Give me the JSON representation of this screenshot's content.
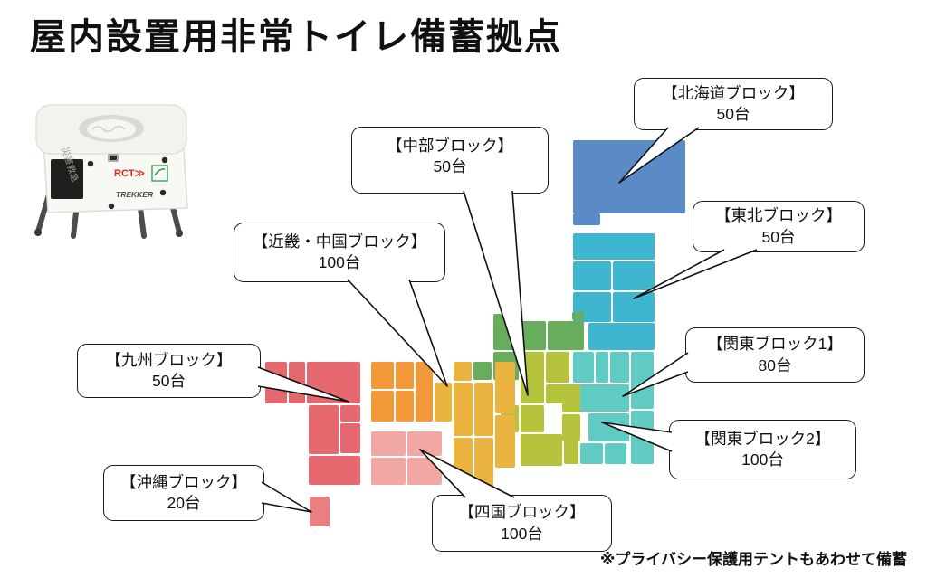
{
  "title": "屋内設置用非常トイレ備蓄拠点",
  "footnote": "※プライバシー保護用テントもあわせて備蓄",
  "product_photo": {
    "brand_logo": "RCT≫",
    "model_text": "TREKKER",
    "side_label": "災害救急"
  },
  "callouts": [
    {
      "id": "hokkaido",
      "name": "【北海道ブロック】",
      "count": "50台"
    },
    {
      "id": "chubu",
      "name": "【中部ブロック】",
      "count": "50台"
    },
    {
      "id": "kinki-chugoku",
      "name": "【近畿・中国ブロック】",
      "count": "100台"
    },
    {
      "id": "tohoku",
      "name": "【東北ブロック】",
      "count": "50台"
    },
    {
      "id": "kanto1",
      "name": "【関東ブロック1】",
      "count": "80台"
    },
    {
      "id": "kanto2",
      "name": "【関東ブロック2】",
      "count": "100台"
    },
    {
      "id": "kyushu",
      "name": "【九州ブロック】",
      "count": "50台"
    },
    {
      "id": "okinawa",
      "name": "【沖縄ブロック】",
      "count": "20台"
    },
    {
      "id": "shikoku",
      "name": "【四国ブロック】",
      "count": "100台"
    }
  ],
  "map": {
    "regions": [
      {
        "id": "hokkaido",
        "color": "#5b8bc7",
        "tiles": [
          [
            633,
            155,
            124,
            81
          ],
          [
            633,
            236,
            30,
            13
          ]
        ]
      },
      {
        "id": "tohoku",
        "color": "#3fb6cf",
        "tiles": [
          [
            633,
            258,
            90,
            29
          ],
          [
            633,
            289,
            42,
            32
          ],
          [
            677,
            289,
            46,
            32
          ],
          [
            633,
            323,
            42,
            33
          ],
          [
            677,
            323,
            46,
            33
          ],
          [
            650,
            357,
            73,
            30
          ]
        ]
      },
      {
        "id": "kanto",
        "color": "#60cbc3",
        "tiles": [
          [
            633,
            389,
            23,
            34
          ],
          [
            658,
            389,
            14,
            34
          ],
          [
            674,
            389,
            21,
            34
          ],
          [
            697,
            389,
            25,
            63
          ],
          [
            633,
            425,
            62,
            30
          ],
          [
            650,
            457,
            45,
            31
          ],
          [
            641,
            490,
            25,
            23
          ],
          [
            668,
            490,
            24,
            23
          ],
          [
            697,
            454,
            25,
            59
          ]
        ]
      },
      {
        "id": "chubu-green",
        "color": "#68ad5c",
        "tiles": [
          [
            545,
            347,
            28,
            40
          ],
          [
            575,
            355,
            28,
            32
          ],
          [
            605,
            355,
            40,
            32
          ],
          [
            632,
            345,
            13,
            9
          ],
          [
            545,
            389,
            28,
            31
          ],
          [
            523,
            400,
            20,
            20
          ]
        ]
      },
      {
        "id": "chubu-olive",
        "color": "#b6c33c",
        "tiles": [
          [
            575,
            389,
            26,
            57
          ],
          [
            603,
            389,
            26,
            34
          ],
          [
            603,
            425,
            26,
            21
          ],
          [
            553,
            448,
            20,
            30
          ],
          [
            575,
            448,
            26,
            30
          ],
          [
            621,
            425,
            20,
            31
          ],
          [
            621,
            458,
            20,
            30
          ],
          [
            575,
            480,
            46,
            35
          ],
          [
            623,
            480,
            16,
            33
          ]
        ]
      },
      {
        "id": "kinki",
        "color": "#ebb440",
        "tiles": [
          [
            501,
            400,
            20,
            21
          ],
          [
            547,
            400,
            22,
            57
          ],
          [
            480,
            423,
            19,
            43
          ],
          [
            501,
            423,
            21,
            59
          ],
          [
            524,
            423,
            21,
            59
          ],
          [
            547,
            459,
            22,
            58
          ],
          [
            501,
            484,
            21,
            55
          ],
          [
            524,
            484,
            21,
            55
          ]
        ]
      },
      {
        "id": "chugoku",
        "color": "#f3993a",
        "tiles": [
          [
            410,
            400,
            25,
            30
          ],
          [
            437,
            400,
            20,
            30
          ],
          [
            459,
            400,
            19,
            66
          ],
          [
            410,
            432,
            25,
            34
          ],
          [
            437,
            432,
            20,
            34
          ]
        ]
      },
      {
        "id": "shikoku",
        "color": "#f2a8a2",
        "tiles": [
          [
            410,
            477,
            38,
            27
          ],
          [
            450,
            477,
            38,
            27
          ],
          [
            410,
            506,
            38,
            30
          ],
          [
            450,
            506,
            38,
            30
          ]
        ]
      },
      {
        "id": "kyushu",
        "color": "#e4686d",
        "tiles": [
          [
            293,
            400,
            24,
            46
          ],
          [
            319,
            400,
            18,
            46
          ],
          [
            339,
            400,
            59,
            46
          ],
          [
            341,
            448,
            33,
            54
          ],
          [
            376,
            448,
            22,
            18
          ],
          [
            376,
            468,
            22,
            33
          ],
          [
            341,
            504,
            57,
            32
          ]
        ]
      },
      {
        "id": "okinawa",
        "color": "#e87f80",
        "tiles": [
          [
            342,
            549,
            22,
            33
          ]
        ]
      }
    ]
  }
}
